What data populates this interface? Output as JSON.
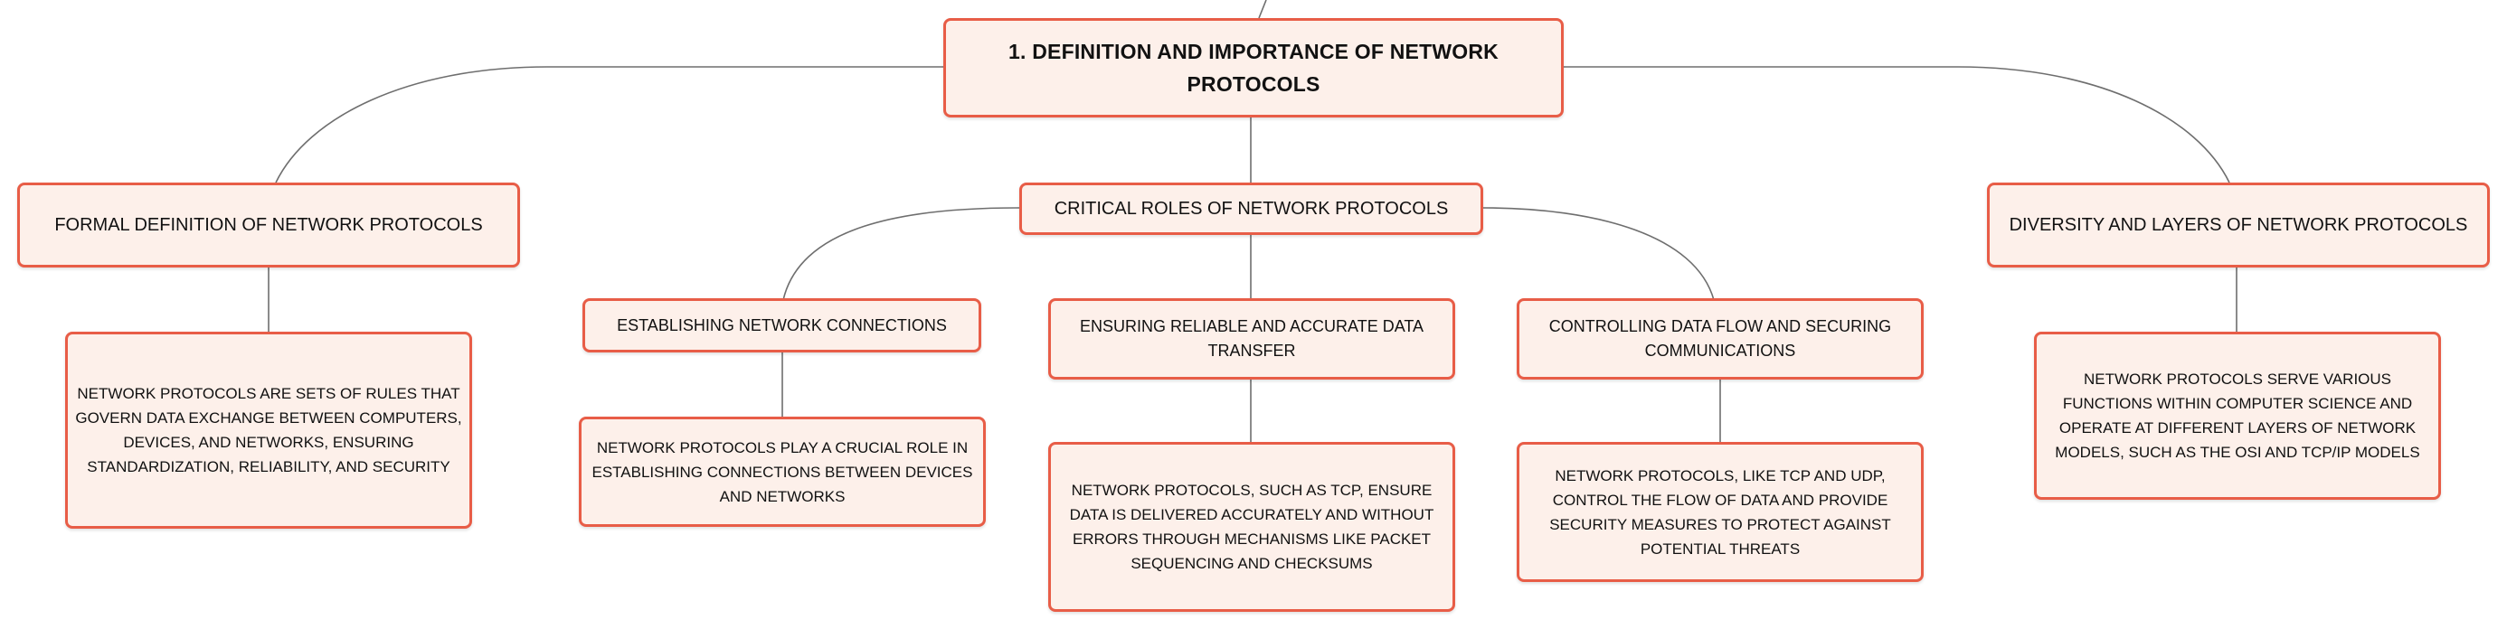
{
  "diagram": {
    "root": "1. DEFINITION AND IMPORTANCE OF NETWORK PROTOCOLS",
    "formal": {
      "title": "FORMAL DEFINITION OF NETWORK PROTOCOLS",
      "detail": "NETWORK PROTOCOLS ARE SETS OF RULES THAT GOVERN DATA EXCHANGE BETWEEN COMPUTERS, DEVICES, AND NETWORKS, ENSURING STANDARDIZATION, RELIABILITY, AND SECURITY"
    },
    "critical": {
      "title": "CRITICAL ROLES OF NETWORK PROTOCOLS",
      "connections": {
        "title": "ESTABLISHING NETWORK CONNECTIONS",
        "detail": "NETWORK PROTOCOLS PLAY A CRUCIAL ROLE IN ESTABLISHING CONNECTIONS BETWEEN DEVICES AND NETWORKS"
      },
      "reliable": {
        "title": "ENSURING RELIABLE AND ACCURATE DATA TRANSFER",
        "detail": "NETWORK PROTOCOLS, SUCH AS TCP, ENSURE DATA IS DELIVERED ACCURATELY AND WITHOUT ERRORS THROUGH MECHANISMS LIKE PACKET SEQUENCING AND CHECKSUMS"
      },
      "flow": {
        "title": "CONTROLLING DATA FLOW AND SECURING COMMUNICATIONS",
        "detail": "NETWORK PROTOCOLS, LIKE TCP AND UDP, CONTROL THE FLOW OF DATA AND PROVIDE SECURITY MEASURES TO PROTECT AGAINST POTENTIAL THREATS"
      }
    },
    "diversity": {
      "title": "DIVERSITY AND LAYERS OF NETWORK PROTOCOLS",
      "detail": "NETWORK PROTOCOLS SERVE VARIOUS FUNCTIONS WITHIN COMPUTER SCIENCE AND OPERATE AT DIFFERENT LAYERS OF NETWORK MODELS, SUCH AS THE OSI AND TCP/IP MODELS"
    }
  },
  "colors": {
    "node_fill": "#fdf0ea",
    "node_border": "#e85d47",
    "connector": "#6e6e6e",
    "text": "#111111"
  }
}
